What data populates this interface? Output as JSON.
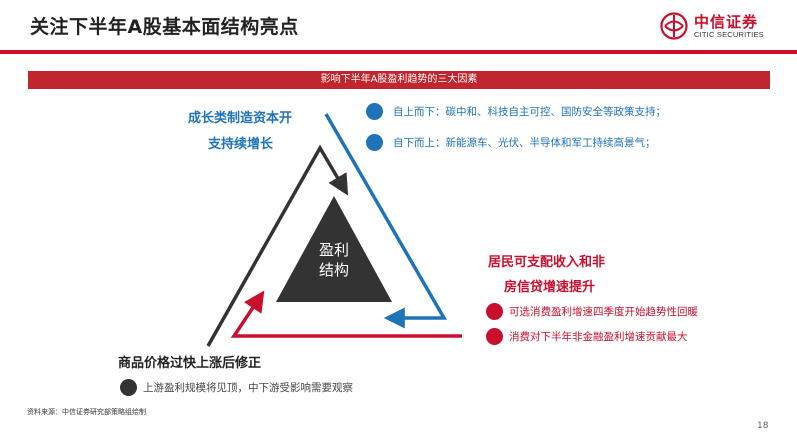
{
  "header": {
    "title": "关注下半年A股基本面结构亮点",
    "logo_cn": "中信证券",
    "logo_en": "CITIC SECURITIES"
  },
  "banner": "影响下半年A股盈利趋势的三大因素",
  "core": {
    "line1": "盈利",
    "line2": "结构"
  },
  "factor_capex": {
    "line1": "成长类制造资本开",
    "line2": "支持续增长",
    "bullets": [
      "自上而下：碳中和、科技自主可控、国防安全等政策支持；",
      "自下而上：新能源车、光伏、半导体和军工持续高景气；"
    ]
  },
  "factor_income": {
    "line1": "居民可支配收入和非",
    "line2": "房信贷增速提升",
    "bullets": [
      "可选消费盈利增速四季度开始趋势性回暖",
      "消费对下半年非金融盈利增速贡献最大"
    ]
  },
  "factor_price": {
    "line1": "商品价格过快上涨后修正",
    "bullets": [
      "上游盈利规模将见顶，中下游受影响需要观察"
    ]
  },
  "colors": {
    "blue": "#1f73b8",
    "red": "#c8102e",
    "dark": "#333333",
    "banner": "#c0262e"
  },
  "footer": {
    "source": "资料来源：中信证券研究部策略组绘制",
    "page": "18"
  }
}
